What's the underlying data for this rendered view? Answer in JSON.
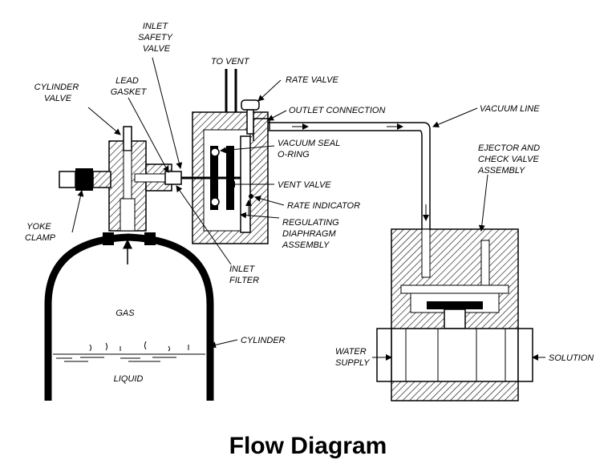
{
  "title": "Flow Diagram",
  "labels": {
    "inlet_safety_valve": [
      "INLET",
      "SAFETY",
      "VALVE"
    ],
    "to_vent": "TO VENT",
    "lead_gasket": [
      "LEAD",
      "GASKET"
    ],
    "cylinder_valve": [
      "CYLINDER",
      "VALVE"
    ],
    "rate_valve": "RATE VALVE",
    "outlet_connection": "OUTLET CONNECTION",
    "vacuum_line": "VACUUM LINE",
    "vacuum_seal": [
      "VACUUM SEAL",
      "O-RING"
    ],
    "ejector": [
      "EJECTOR AND",
      "CHECK VALVE",
      "ASSEMBLY"
    ],
    "vent_valve": "VENT VALVE",
    "rate_indicator": "RATE INDICATOR",
    "regulating": [
      "REGULATING",
      "DIAPHRAGM",
      "ASSEMBLY"
    ],
    "yoke_clamp": [
      "YOKE",
      "CLAMP"
    ],
    "inlet_filter": [
      "INLET",
      "FILTER"
    ],
    "gas": "GAS",
    "cylinder": "CYLINDER",
    "liquid": "LIQUID",
    "water_supply": [
      "WATER",
      "SUPPLY"
    ],
    "solution": "SOLUTION"
  }
}
